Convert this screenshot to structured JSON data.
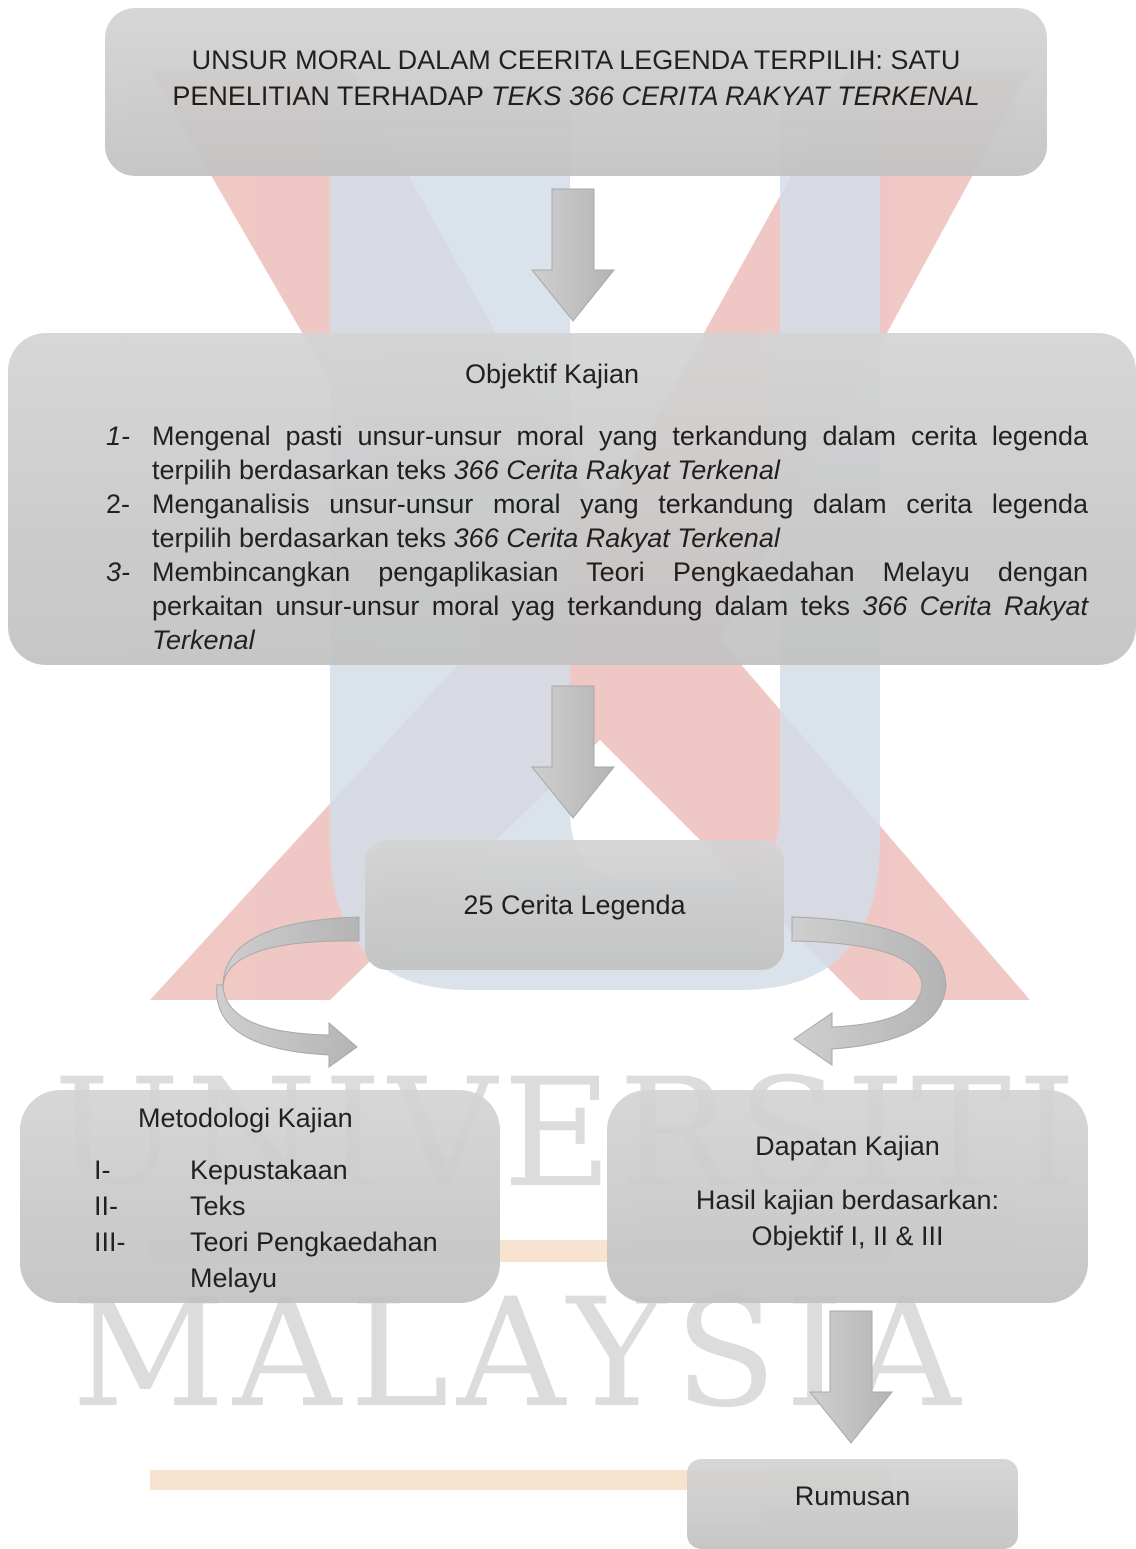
{
  "watermark": {
    "line1": "UNIVERSITI",
    "line2": "MALAYSIA"
  },
  "title": {
    "text_plain": "UNSUR MORAL DALAM CEERITA LEGENDA TERPILIH: SATU PENELITIAN TERHADAP ",
    "text_italic": "TEKS 366 CERITA RAKYAT TERKENAL"
  },
  "objektif": {
    "heading": "Objektif Kajian",
    "items": [
      {
        "num": "1-",
        "text": "Mengenal pasti unsur-unsur moral yang terkandung dalam cerita legenda terpilih berdasarkan teks ",
        "italic": "366 Cerita Rakyat Terkenal"
      },
      {
        "num": "2-",
        "text": "Menganalisis unsur-unsur moral yang terkandung dalam cerita legenda terpilih berdasarkan teks ",
        "italic": "366 Cerita Rakyat Terkenal"
      },
      {
        "num": "3-",
        "text": "Membincangkan pengaplikasian Teori Pengkaedahan Melayu dengan perkaitan unsur-unsur moral yag terkandung dalam teks ",
        "italic": "366 Cerita Rakyat Terkenal"
      }
    ]
  },
  "cerita": {
    "label": "25 Cerita Legenda"
  },
  "metodologi": {
    "heading": "Metodologi Kajian",
    "items": [
      {
        "num": "I-",
        "text": "Kepustakaan"
      },
      {
        "num": "II-",
        "text": "Teks"
      },
      {
        "num": "III-",
        "text": "Teori Pengkaedahan Melayu"
      }
    ]
  },
  "dapatan": {
    "heading": "Dapatan Kajian",
    "line1": "Hasil kajian berdasarkan:",
    "line2": "Objektif I, II & III"
  },
  "rumusan": {
    "label": "Rumusan"
  },
  "colors": {
    "box": "#c8c8c8",
    "arrow": "#bdbdbd",
    "watermark_red": "#e8b4b0",
    "watermark_blue": "#c7d5e1",
    "watermark_text": "#d9d9d9",
    "watermark_band": "#f6dfc8"
  }
}
